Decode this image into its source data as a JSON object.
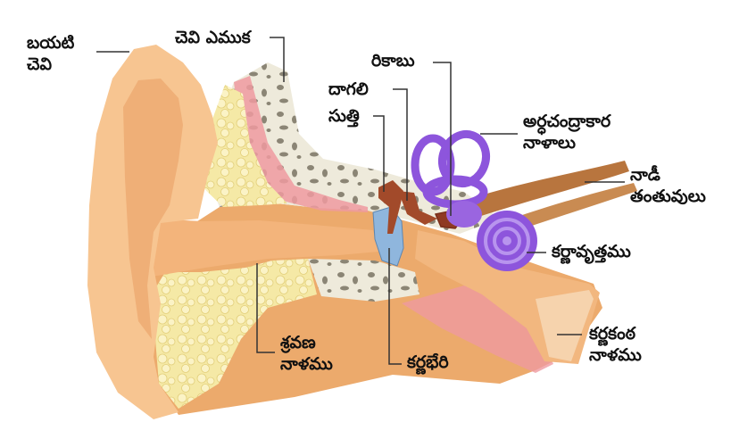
{
  "colors": {
    "skin_light": "#f7c591",
    "skin_mid": "#ecaa6c",
    "skin_dark": "#d98c4a",
    "cartilage": "#f5e9a6",
    "bone": "#eeeadb",
    "bone_pores": "#8b8575",
    "muscle_pink": "#ef9aa0",
    "ossicles": "#a24a2a",
    "eardrum": "#8fb6dd",
    "labyrinth": "#8d55dc",
    "nerve": "#b8753e",
    "leader": "#333333"
  },
  "labels": {
    "outer_ear": {
      "line1": "బయటి",
      "line2": "చెవి"
    },
    "ear_bone": "చెవి ఎముక",
    "stirrup": "రికాబు",
    "anvil": "దాగలి",
    "hammer": "సుత్తి",
    "semicircular_canals": {
      "line1": "అర్ధచంద్రాకార",
      "line2": "నాళాలు"
    },
    "nerve_fibres": {
      "line1": "నాడీ",
      "line2": "తంతువులు"
    },
    "cochlea": "కర్ణావృత్తము",
    "eustachian_tube": {
      "line1": "కర్ణకంఠ",
      "line2": "నాళము"
    },
    "eardrum": "కర్ణభేరి",
    "ear_canal": {
      "line1": "శ్రవణ",
      "line2": "నాళము"
    }
  }
}
